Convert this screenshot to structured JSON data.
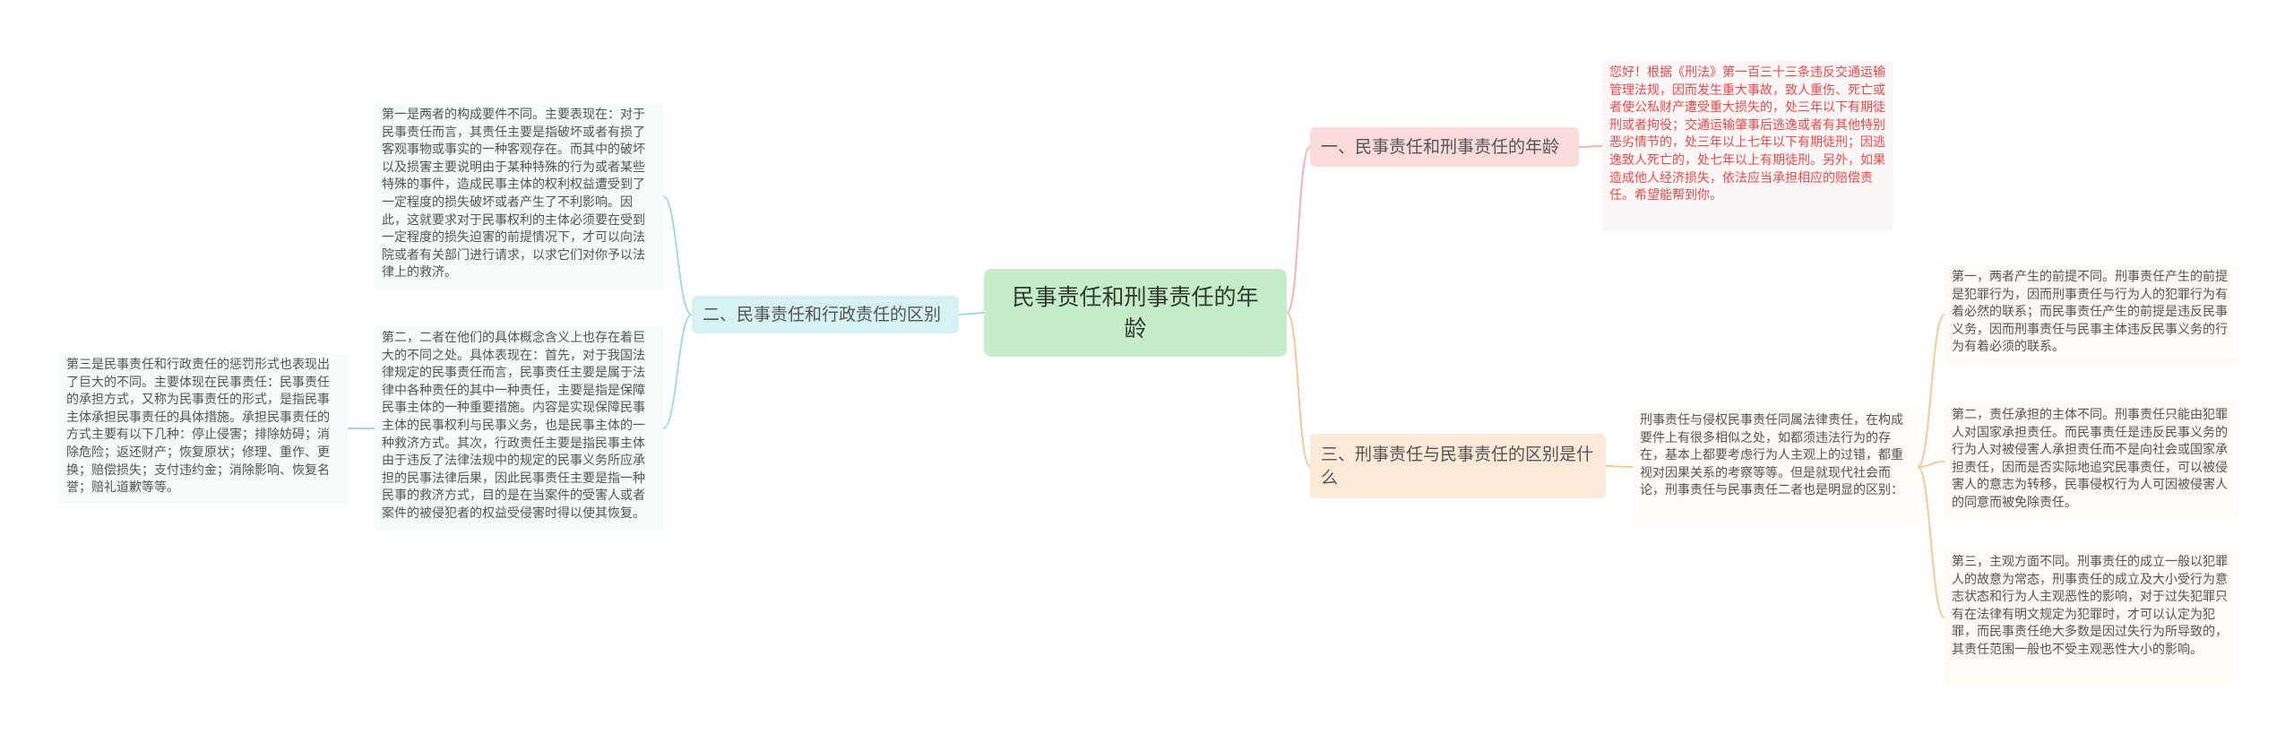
{
  "root": {
    "title": "民事责任和刑事责任的年龄"
  },
  "branches": {
    "age": {
      "label": "一、民事责任和刑事责任的年龄",
      "text": "您好！根据《刑法》第一百三十三条违反交通运输管理法规，因而发生重大事故，致人重伤、死亡或者使公私财产遭受重大损失的，处三年以下有期徒刑或者拘役；交通运输肇事后逃逸或者有其他特别恶劣情节的，处三年以上七年以下有期徒刑；因逃逸致人死亡的，处七年以上有期徒刑。另外，如果造成他人经济损失，依法应当承担相应的赔偿责任。希望能帮到你。"
    },
    "admin": {
      "label": "二、民事责任和行政责任的区别",
      "first": "第一是两者的构成要件不同。主要表现在：对于民事责任而言，其责任主要是指破坏或者有损了客观事物或事实的一种客观存在。而其中的破坏以及损害主要说明由于某种特殊的行为或者某些特殊的事件，造成民事主体的权利权益遭受到了一定程度的损失破坏或者产生了不利影响。因此，这就要求对于民事权利的主体必须要在受到一定程度的损失迫害的前提情况下，才可以向法院或者有关部门进行请求，以求它们对你予以法律上的救济。",
      "second": "第二，二者在他们的具体概念含义上也存在着巨大的不同之处。具体表现在：首先，对于我国法律规定的民事责任而言，民事责任主要是属于法律中各种责任的其中一种责任，主要是指是保障民事主体的一种重要措施。内容是实现保障民事主体的民事权利与民事义务，也是民事主体的一种救济方式。其次，行政责任主要是指民事主体由于违反了法律法规中的规定的民事义务所应承担的民事法律后果，因此民事责任主要是指一种民事的救济方式，目的是在当案件的受害人或者案件的被侵犯者的权益受侵害时得以使其恢复。",
      "third": "第三是民事责任和行政责任的惩罚形式也表现出了巨大的不同。主要体现在民事责任：民事责任的承担方式，又称为民事责任的形式，是指民事主体承担民事责任的具体措施。承担民事责任的方式主要有以下几种：停止侵害；排除妨碍；消除危险；返还财产；恢复原状；修理、重作、更换；赔偿损失；支付违约金；消除影响、恢复名誉；赔礼道歉等等。"
    },
    "criminal": {
      "label": "三、刑事责任与民事责任的区别是什么",
      "intro": "刑事责任与侵权民事责任同属法律责任，在构成要件上有很多相似之处，如都须违法行为的存在，基本上都要考虑行为人主观上的过错，都重视对因果关系的考察等等。但是就现代社会而论，刑事责任与民事责任二者也是明显的区别：",
      "first": "第一，两者产生的前提不同。刑事责任产生的前提是犯罪行为，因而刑事责任与行为人的犯罪行为有着必然的联系；而民事责任产生的前提是违反民事义务，因而刑事责任与民事主体违反民事义务的行为有着必须的联系。",
      "second": "第二，责任承担的主体不同。刑事责任只能由犯罪人对国家承担责任。而民事责任是违反民事义务的行为人对被侵害人承担责任而不是向社会或国家承担责任，因而是否实际地追究民事责任，可以被侵害人的意志为转移，民事侵权行为人可因被侵害人的同意而被免除责任。",
      "third": "第三，主观方面不同。刑事责任的成立一般以犯罪人的故意为常态，刑事责任的成立及大小受行为意志状态和行为人主观恶性的影响，对于过失犯罪只有在法律有明文规定为犯罪时，才可以认定为犯罪，而民事责任绝大多数是因过失行为所导致的，其责任范围一般也不受主观恶性大小的影响。"
    }
  },
  "colors": {
    "root_bg": "#c7ecc9",
    "age_bg": "#fadadb",
    "admin_bg": "#d5f1f1",
    "criminal_bg": "#fde9d6",
    "age_text": "#e84c4c",
    "age_line": "#f3b3b5",
    "admin_line": "#9fdcdc",
    "criminal_line": "#f6c89c"
  }
}
